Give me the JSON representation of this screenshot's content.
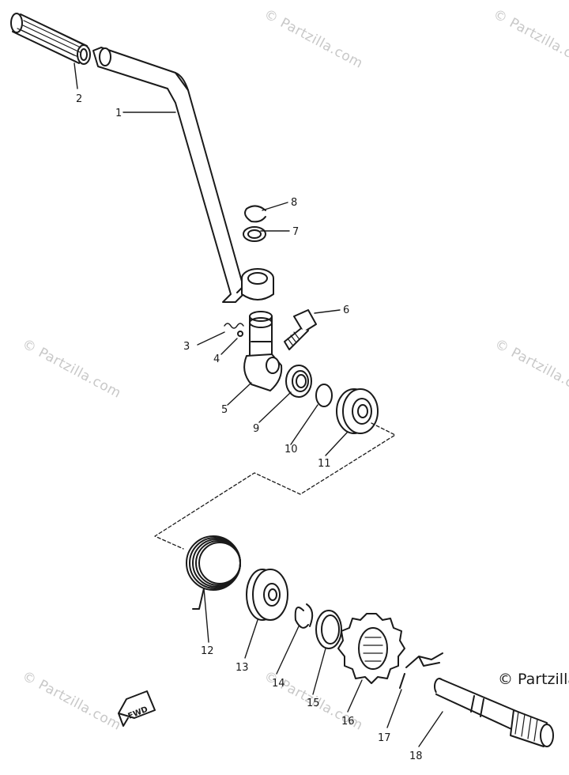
{
  "watermark": {
    "text": "© Partzilla.com"
  },
  "brand_mark": {
    "text": "© Partzilla"
  },
  "direction_marker": {
    "label": "FWD",
    "icon": "arrow-left-icon"
  },
  "callouts": [
    {
      "number": "1",
      "part": "kick crank lever"
    },
    {
      "number": "2",
      "part": "kick grip"
    },
    {
      "number": "3",
      "part": "spring"
    },
    {
      "number": "4",
      "part": "ball"
    },
    {
      "number": "5",
      "part": "crank boss"
    },
    {
      "number": "6",
      "part": "bolt"
    },
    {
      "number": "7",
      "part": "washer"
    },
    {
      "number": "8",
      "part": "circlip"
    },
    {
      "number": "9",
      "part": "oil seal"
    },
    {
      "number": "10",
      "part": "circlip"
    },
    {
      "number": "11",
      "part": "spring cover"
    },
    {
      "number": "12",
      "part": "torsion spring"
    },
    {
      "number": "13",
      "part": "spring guide"
    },
    {
      "number": "14",
      "part": "circlip"
    },
    {
      "number": "15",
      "part": "washer"
    },
    {
      "number": "16",
      "part": "kick gear"
    },
    {
      "number": "17",
      "part": "clip"
    },
    {
      "number": "18",
      "part": "kick axle"
    }
  ],
  "colors": {
    "line": "#1a1a1a",
    "watermark": "#c8c8c8",
    "background": "#ffffff"
  }
}
